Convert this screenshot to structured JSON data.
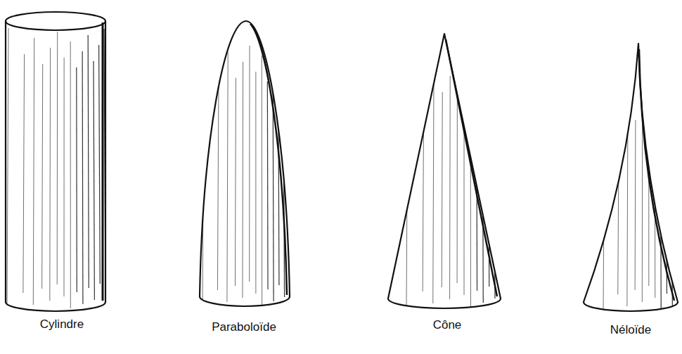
{
  "diagram": {
    "labels": [
      "Cylindre",
      "Paraboloïde",
      "Cône",
      "Néloïde"
    ]
  }
}
